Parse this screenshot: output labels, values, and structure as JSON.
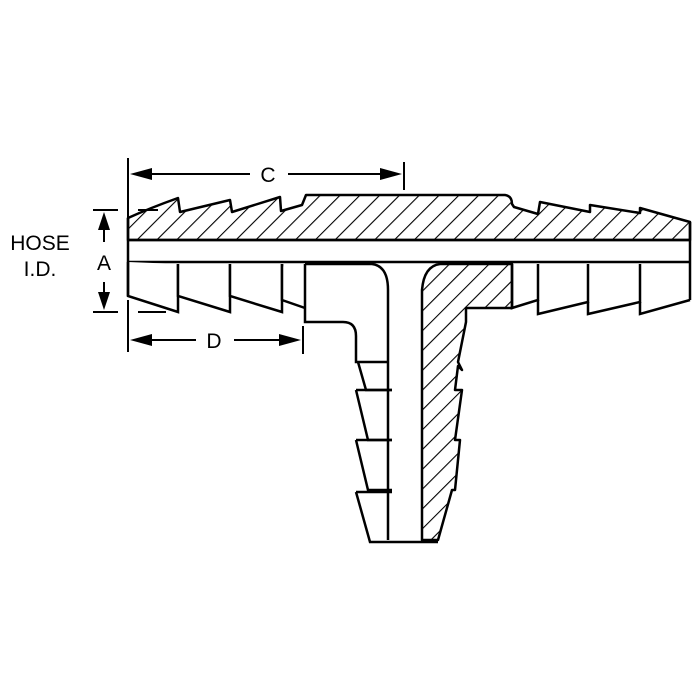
{
  "diagram": {
    "type": "technical-drawing",
    "subject": "Barbed hose tee fitting (cross-section)",
    "labels": {
      "hose_line1": "HOSE",
      "hose_line2": "I.D.",
      "dim_a": "A",
      "dim_c": "C",
      "dim_d": "D"
    },
    "colors": {
      "line": "#000000",
      "background": "#ffffff"
    }
  }
}
